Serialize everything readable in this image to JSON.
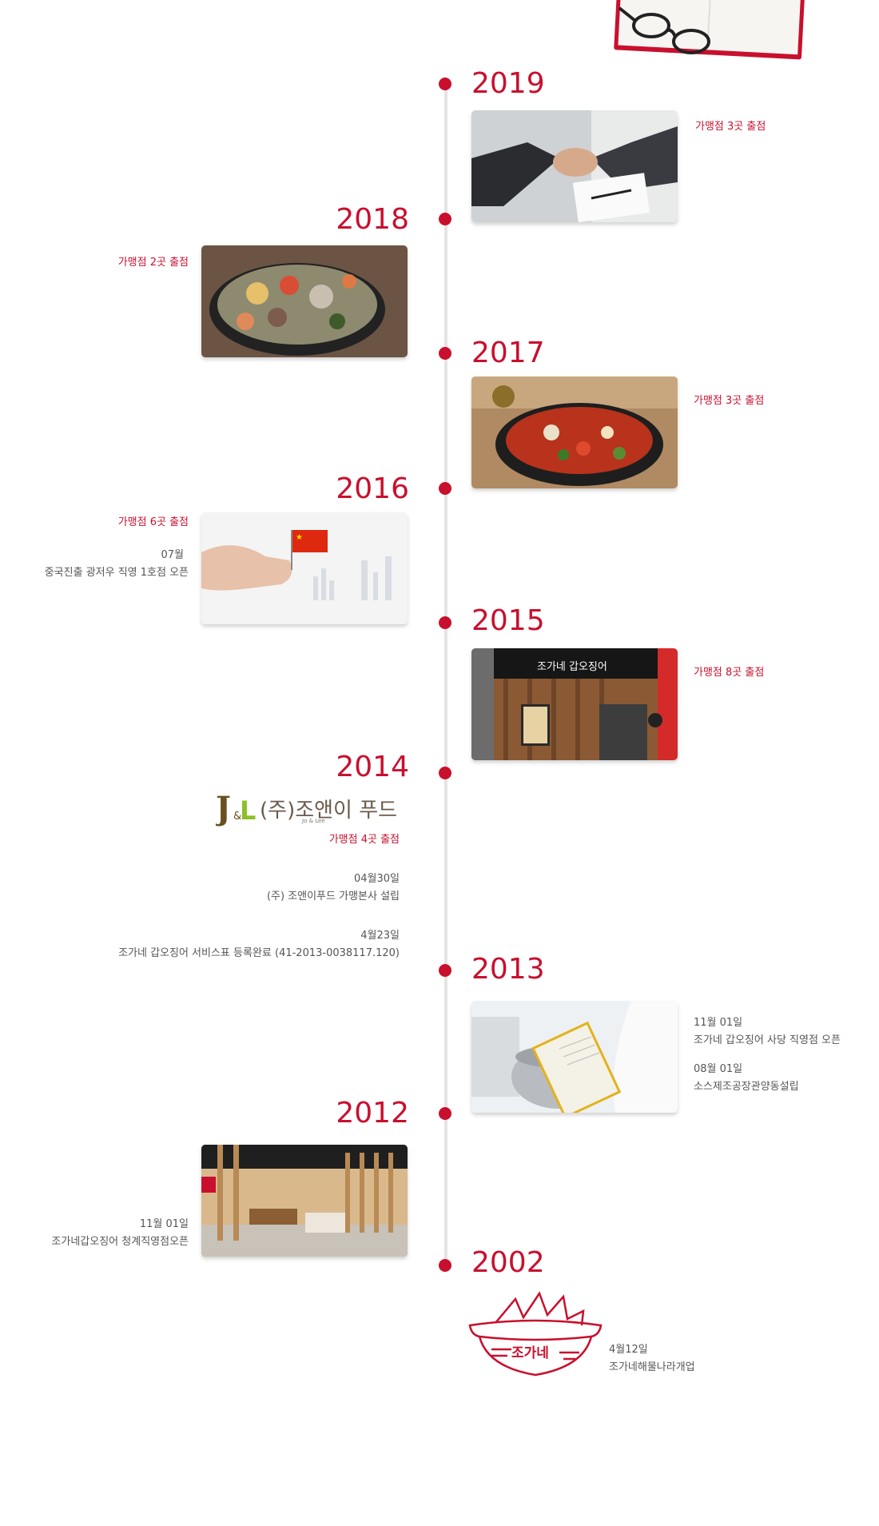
{
  "accent_color": "#c8102e",
  "company_logo": {
    "mark": "J&L",
    "name_ko": "(주)조앤이 푸드",
    "name_en": "Jo & Lee"
  },
  "bowl_logo_text": "조가네",
  "store_sign_text": "조가네 갑오징어",
  "timeline": [
    {
      "year": "2019",
      "items": [
        "가맹점 3곳 출점"
      ]
    },
    {
      "year": "2018",
      "items": [
        "가맹점 2곳 출점"
      ]
    },
    {
      "year": "2017",
      "items": [
        "가맹점 3곳 출점"
      ]
    },
    {
      "year": "2016",
      "items": [
        "가맹점 6곳 출점",
        "07월",
        "중국진출 광저우 직영 1호점 오픈"
      ]
    },
    {
      "year": "2015",
      "items": [
        "가맹점 8곳 출점"
      ]
    },
    {
      "year": "2014",
      "items": [
        "가맹점 4곳 출점",
        "04월30일",
        "(주) 조앤이푸드 가맹본사 설립",
        "4월23일",
        "조가네 갑오징어 서비스표 등록완료 (41-2013-0038117.120)"
      ]
    },
    {
      "year": "2013",
      "items": [
        "11월 01일",
        "조가네 갑오징어 사당 직영점 오픈",
        "08월 01일",
        "소스제조공장관양동설립"
      ]
    },
    {
      "year": "2012",
      "items": [
        "11월 01일",
        "조가네갑오징어 청계직영점오픈"
      ]
    },
    {
      "year": "2002",
      "items": [
        "4월12일",
        "조가네해물나라개업"
      ]
    }
  ]
}
